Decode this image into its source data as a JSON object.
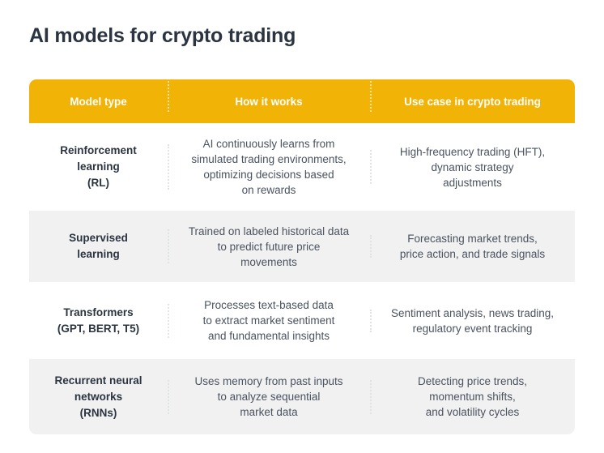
{
  "title": "AI models for crypto trading",
  "colors": {
    "header_background": "#F2B307",
    "header_text": "#FFFFFF",
    "title_text": "#2B3440",
    "body_text": "#4A5360",
    "row_alt_background": "#F1F1F1",
    "row_background": "#FFFFFF",
    "divider": "#DFE3E3"
  },
  "table": {
    "columns": [
      {
        "label": "Model type"
      },
      {
        "label": "How it works"
      },
      {
        "label": "Use case in crypto trading"
      }
    ],
    "rows": [
      {
        "model": "Reinforcement\nlearning\n(RL)",
        "how_it_works": "AI continuously learns from\nsimulated trading environments,\noptimizing decisions based\non rewards",
        "use_case": "High-frequency trading (HFT),\ndynamic strategy\nadjustments"
      },
      {
        "model": "Supervised\nlearning",
        "how_it_works": "Trained on labeled historical data\nto predict future price\nmovements",
        "use_case": "Forecasting market trends,\nprice action, and trade signals"
      },
      {
        "model": "Transformers\n(GPT, BERT, T5)",
        "how_it_works": "Processes text-based data\nto extract market sentiment\nand fundamental insights",
        "use_case": "Sentiment analysis, news trading,\nregulatory event tracking"
      },
      {
        "model": "Recurrent neural\nnetworks\n(RNNs)",
        "how_it_works": "Uses memory from past inputs\nto analyze sequential\nmarket data",
        "use_case": "Detecting price trends,\nmomentum shifts,\nand volatility cycles"
      }
    ]
  }
}
